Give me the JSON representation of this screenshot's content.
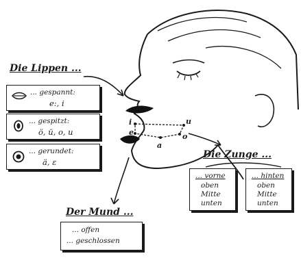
{
  "lippen": {
    "title": "Die Lippen ...",
    "items": [
      {
        "state": "... gespannt:",
        "vowels": "e:, i",
        "icon": "spread-lips-icon"
      },
      {
        "state": "... gespitzt:",
        "vowels": "ö, ü, o, u",
        "icon": "pointed-lips-icon"
      },
      {
        "state": "... gerundet:",
        "vowels": "ä, ɛ",
        "icon": "rounded-lips-icon"
      }
    ]
  },
  "zunge": {
    "title": "Die Zunge ...",
    "columns": [
      {
        "heading": "... vorne",
        "lines": [
          "oben",
          "Mitte",
          "unten"
        ]
      },
      {
        "heading": "... hinten",
        "lines": [
          "oben",
          "Mitte",
          "unten"
        ]
      }
    ]
  },
  "mund": {
    "title": "Der Mund ...",
    "lines": [
      "... offen",
      "... geschlossen"
    ]
  },
  "vowel_chart": {
    "i": "i",
    "e": "e",
    "u": "u",
    "o": "o",
    "a": "a"
  }
}
